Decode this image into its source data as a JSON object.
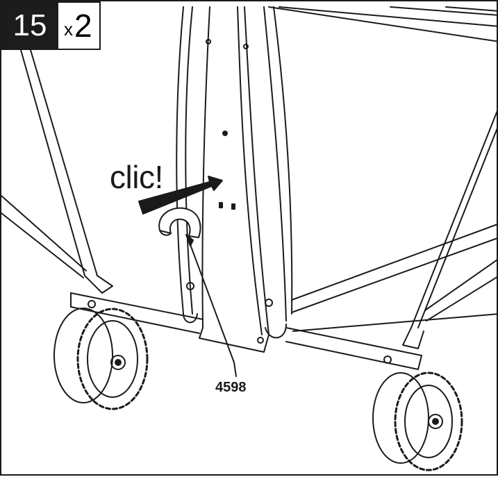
{
  "step": {
    "number": "15",
    "multiplier_symbol": "x",
    "quantity": "2"
  },
  "callout": {
    "action_text": "clic!",
    "part_number": "4598"
  },
  "colors": {
    "line": "#1a1a1a",
    "badge_bg": "#1c1c1c",
    "badge_text": "#ffffff",
    "background": "#ffffff"
  },
  "icons": [
    "push-arrow-icon",
    "wheel-icon",
    "hook-icon"
  ]
}
